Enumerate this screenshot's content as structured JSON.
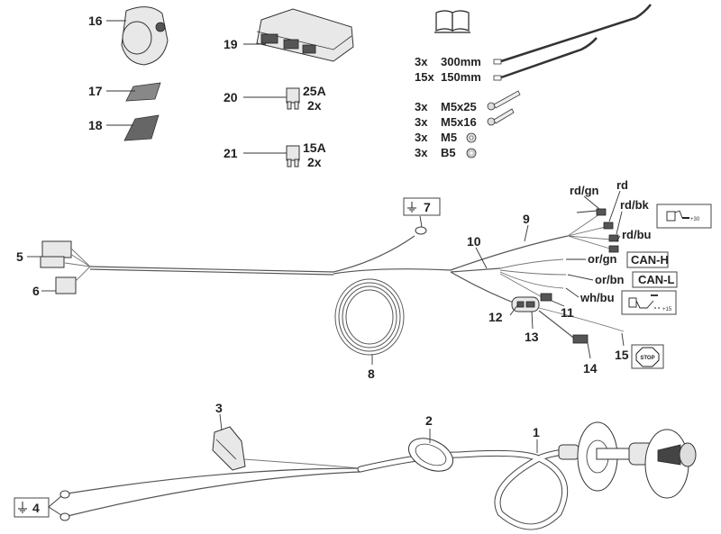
{
  "diagram": {
    "type": "parts-exploded-view",
    "subject": "Towbar wiring harness kit"
  },
  "parts": {
    "p1": "1",
    "p2": "2",
    "p3": "3",
    "p4": "4",
    "p5": "5",
    "p6": "6",
    "p7": "7",
    "p8": "8",
    "p9": "9",
    "p10": "10",
    "p11": "11",
    "p12": "12",
    "p13": "13",
    "p14": "14",
    "p15": "15",
    "p16": "16",
    "p17": "17",
    "p18": "18",
    "p19": "19",
    "p20": "20",
    "p21": "21"
  },
  "fuses": [
    {
      "part": "20",
      "rating": "25A",
      "qty": "2x"
    },
    {
      "part": "21",
      "rating": "15A",
      "qty": "2x"
    }
  ],
  "hardware": [
    {
      "qty": "3x",
      "item": "300mm"
    },
    {
      "qty": "15x",
      "item": "150mm"
    },
    {
      "qty": "3x",
      "item": "M5x25"
    },
    {
      "qty": "3x",
      "item": "M5x16"
    },
    {
      "qty": "3x",
      "item": "M5"
    },
    {
      "qty": "3x",
      "item": "B5"
    }
  ],
  "wire_colors": {
    "rd_gn": "rd/gn",
    "rd": "rd",
    "rd_bk": "rd/bk",
    "rd_bu": "rd/bu",
    "or_gn": "or/gn",
    "or_bn": "or/bn",
    "wh_bu": "wh/bu"
  },
  "signals": {
    "can_h": "CAN-H",
    "can_l": "CAN-L",
    "plus30": "+30",
    "plus15": "+15",
    "stop": "STOP"
  },
  "icons": {
    "manual": "book-icon",
    "ground": "ground-icon",
    "battery": "battery-icon",
    "ignition": "ignition-switch-icon",
    "stop": "stop-sign-icon"
  }
}
